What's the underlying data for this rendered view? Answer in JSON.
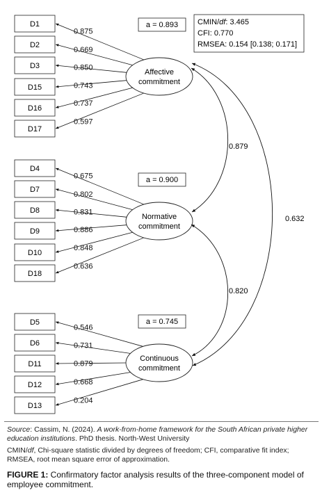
{
  "indicators": [
    {
      "id": "D1",
      "factor": "affective",
      "loading": "0.875"
    },
    {
      "id": "D2",
      "factor": "affective",
      "loading": "0.669"
    },
    {
      "id": "D3",
      "factor": "affective",
      "loading": "0.850"
    },
    {
      "id": "D15",
      "factor": "affective",
      "loading": "0.743"
    },
    {
      "id": "D16",
      "factor": "affective",
      "loading": "0.737"
    },
    {
      "id": "D17",
      "factor": "affective",
      "loading": "0.597"
    },
    {
      "id": "D4",
      "factor": "normative",
      "loading": "0.675"
    },
    {
      "id": "D7",
      "factor": "normative",
      "loading": "0.802"
    },
    {
      "id": "D8",
      "factor": "normative",
      "loading": "0.831"
    },
    {
      "id": "D9",
      "factor": "normative",
      "loading": "0.886"
    },
    {
      "id": "D10",
      "factor": "normative",
      "loading": "0.848"
    },
    {
      "id": "D18",
      "factor": "normative",
      "loading": "0.636"
    },
    {
      "id": "D5",
      "factor": "continuous",
      "loading": "0.546"
    },
    {
      "id": "D6",
      "factor": "continuous",
      "loading": "0.731"
    },
    {
      "id": "D11",
      "factor": "continuous",
      "loading": "0.879"
    },
    {
      "id": "D12",
      "factor": "continuous",
      "loading": "0.668"
    },
    {
      "id": "D13",
      "factor": "continuous",
      "loading": "0.204"
    }
  ],
  "factors": [
    {
      "key": "affective",
      "line1": "Affective",
      "line2": "commitment",
      "alpha": "a = 0.893"
    },
    {
      "key": "normative",
      "line1": "Normative",
      "line2": "commitment",
      "alpha": "a = 0.900"
    },
    {
      "key": "continuous",
      "line1": "Continuous",
      "line2": "commitment",
      "alpha": "a = 0.745"
    }
  ],
  "correlations": [
    {
      "from": "affective",
      "to": "normative",
      "value": "0.879"
    },
    {
      "from": "normative",
      "to": "continuous",
      "value": "0.820"
    },
    {
      "from": "affective",
      "to": "continuous",
      "value": "0.632"
    }
  ],
  "fit": {
    "cmin_prefix": "CMIN/",
    "cmin_df": "df",
    "cmin_value": ": 3.465",
    "cfi": "CFI: 0.770",
    "rmsea": "RMSEA: 0.154 [0.138; 0.171]"
  },
  "source": {
    "label": "Source",
    "author": ": Cassim, N. (2024). ",
    "title": "A work-from-home framework for the South African private higher education institutions",
    "rest": ". PhD thesis. North-West University"
  },
  "abbrev": {
    "term_a": "CMIN/",
    "term_b": "df",
    "text": ", Chi-square statistic divided by degrees of freedom; CFI, comparative fit index; RMSEA, root mean square error of approximation."
  },
  "caption": {
    "label": "FIGURE 1:",
    "text": " Confirmatory factor analysis results of the three-component model of employee commitment."
  }
}
